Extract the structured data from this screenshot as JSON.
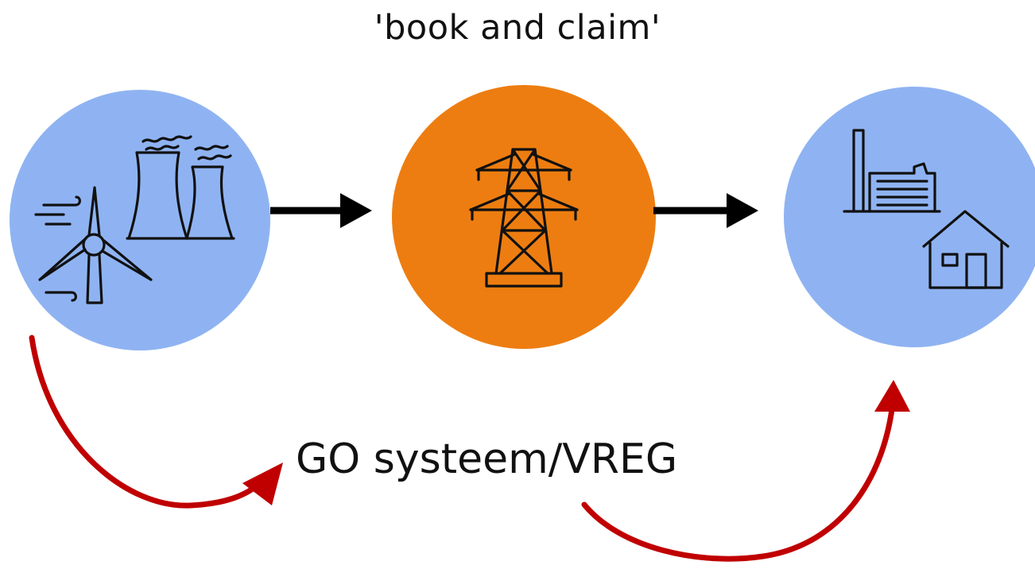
{
  "title": "'book and claim'",
  "label": "GO systeem/VREG",
  "colors": {
    "producer_node": "#8fb3f2",
    "grid_node": "#ed7d10",
    "consumer_node": "#8fb3f2",
    "flow_arrow": "#000000",
    "certificate_arrow": "#c00000",
    "icon_stroke": "#111111"
  },
  "nodes": [
    {
      "id": "producer",
      "icons": [
        "wind-turbine-icon",
        "power-plant-icon"
      ]
    },
    {
      "id": "grid",
      "icons": [
        "power-pylon-icon"
      ]
    },
    {
      "id": "consumer",
      "icons": [
        "factory-icon",
        "house-icon"
      ]
    }
  ]
}
